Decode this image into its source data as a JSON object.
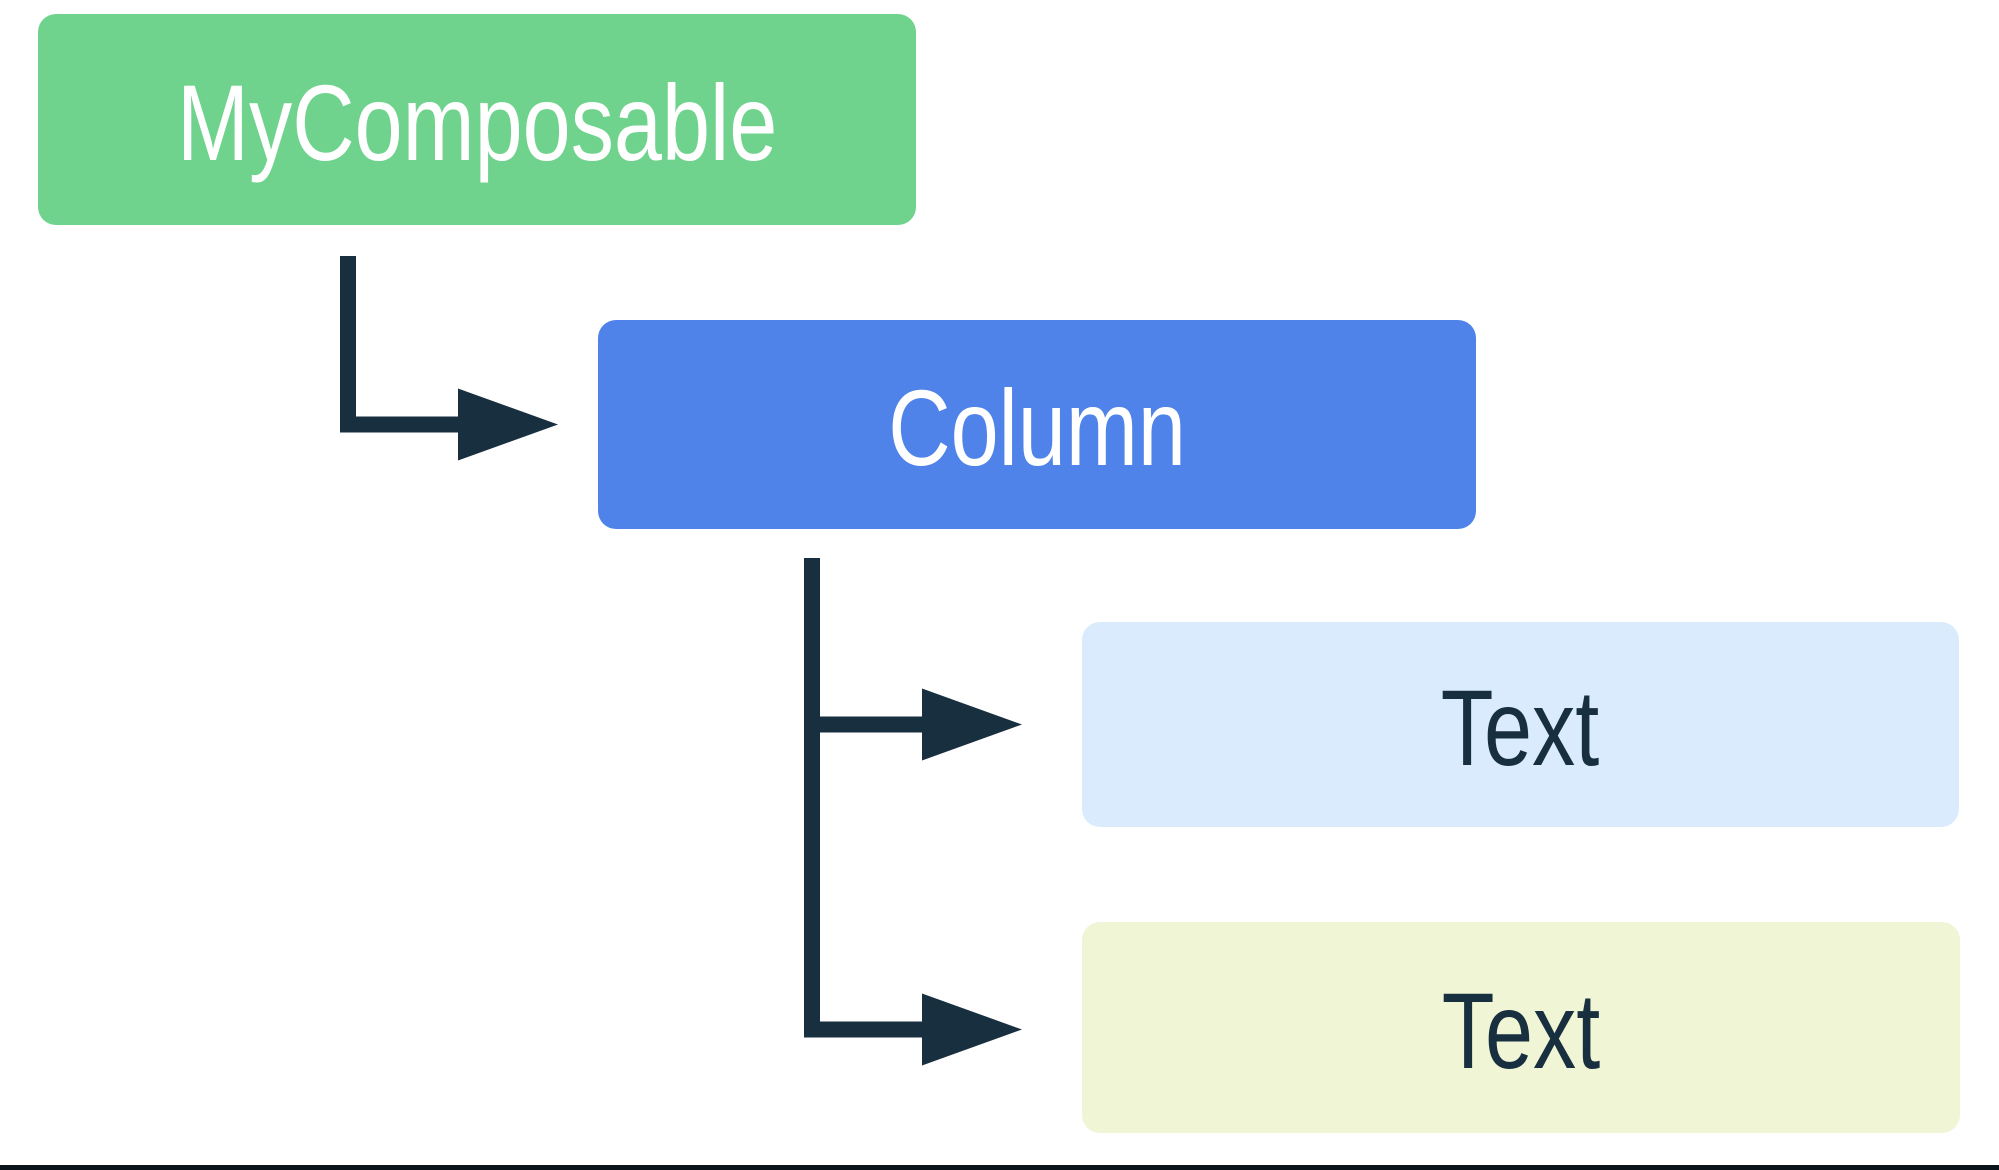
{
  "canvas": {
    "background": "#ffffff",
    "bottom_rule_color": "#0b141b"
  },
  "diagram": {
    "ink_color": "#182f3f",
    "nodes": [
      {
        "id": "my-composable",
        "label": "MyComposable",
        "fill": "#70d38d",
        "text_color": "#ffffff"
      },
      {
        "id": "column",
        "label": "Column",
        "fill": "#4f83e9",
        "text_color": "#ffffff"
      },
      {
        "id": "text-1",
        "label": "Text",
        "fill": "#d9ebfc",
        "text_color": "#182f3f"
      },
      {
        "id": "text-2",
        "label": "Text",
        "fill": "#f0f5d5",
        "text_color": "#182f3f"
      }
    ],
    "edges": [
      {
        "from": "my-composable",
        "to": "column"
      },
      {
        "from": "column",
        "to": "text-1"
      },
      {
        "from": "column",
        "to": "text-2"
      }
    ]
  }
}
